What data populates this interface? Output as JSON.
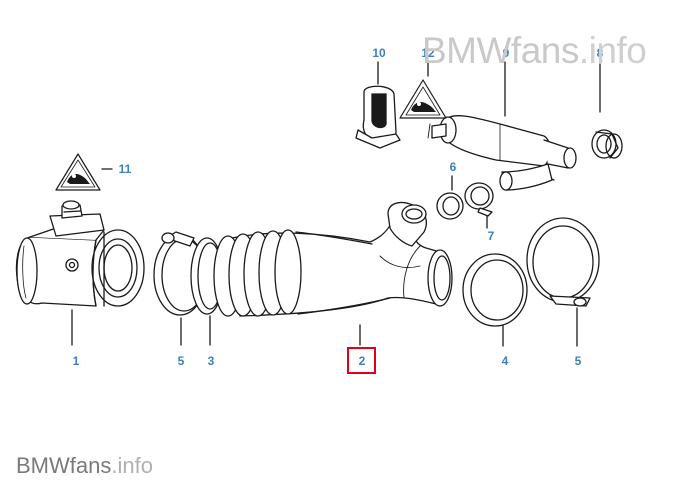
{
  "watermark_top": {
    "brand": "BMWfans",
    "suffix": ".info"
  },
  "watermark_bottom": {
    "brand": "BMWfans",
    "suffix": ".info"
  },
  "callouts": {
    "c1": "1",
    "c2": "2",
    "c3": "3",
    "c4": "4",
    "c5a": "5",
    "c5b": "5",
    "c6": "6",
    "c7": "7",
    "c8": "8",
    "c9": "9",
    "c10": "10",
    "c11": "11",
    "c12": "12"
  },
  "colors": {
    "callout": "#3f7fbf",
    "highlight": "#e0001b",
    "line": "#1a1a1a",
    "watermark": "#c9c9c9"
  }
}
